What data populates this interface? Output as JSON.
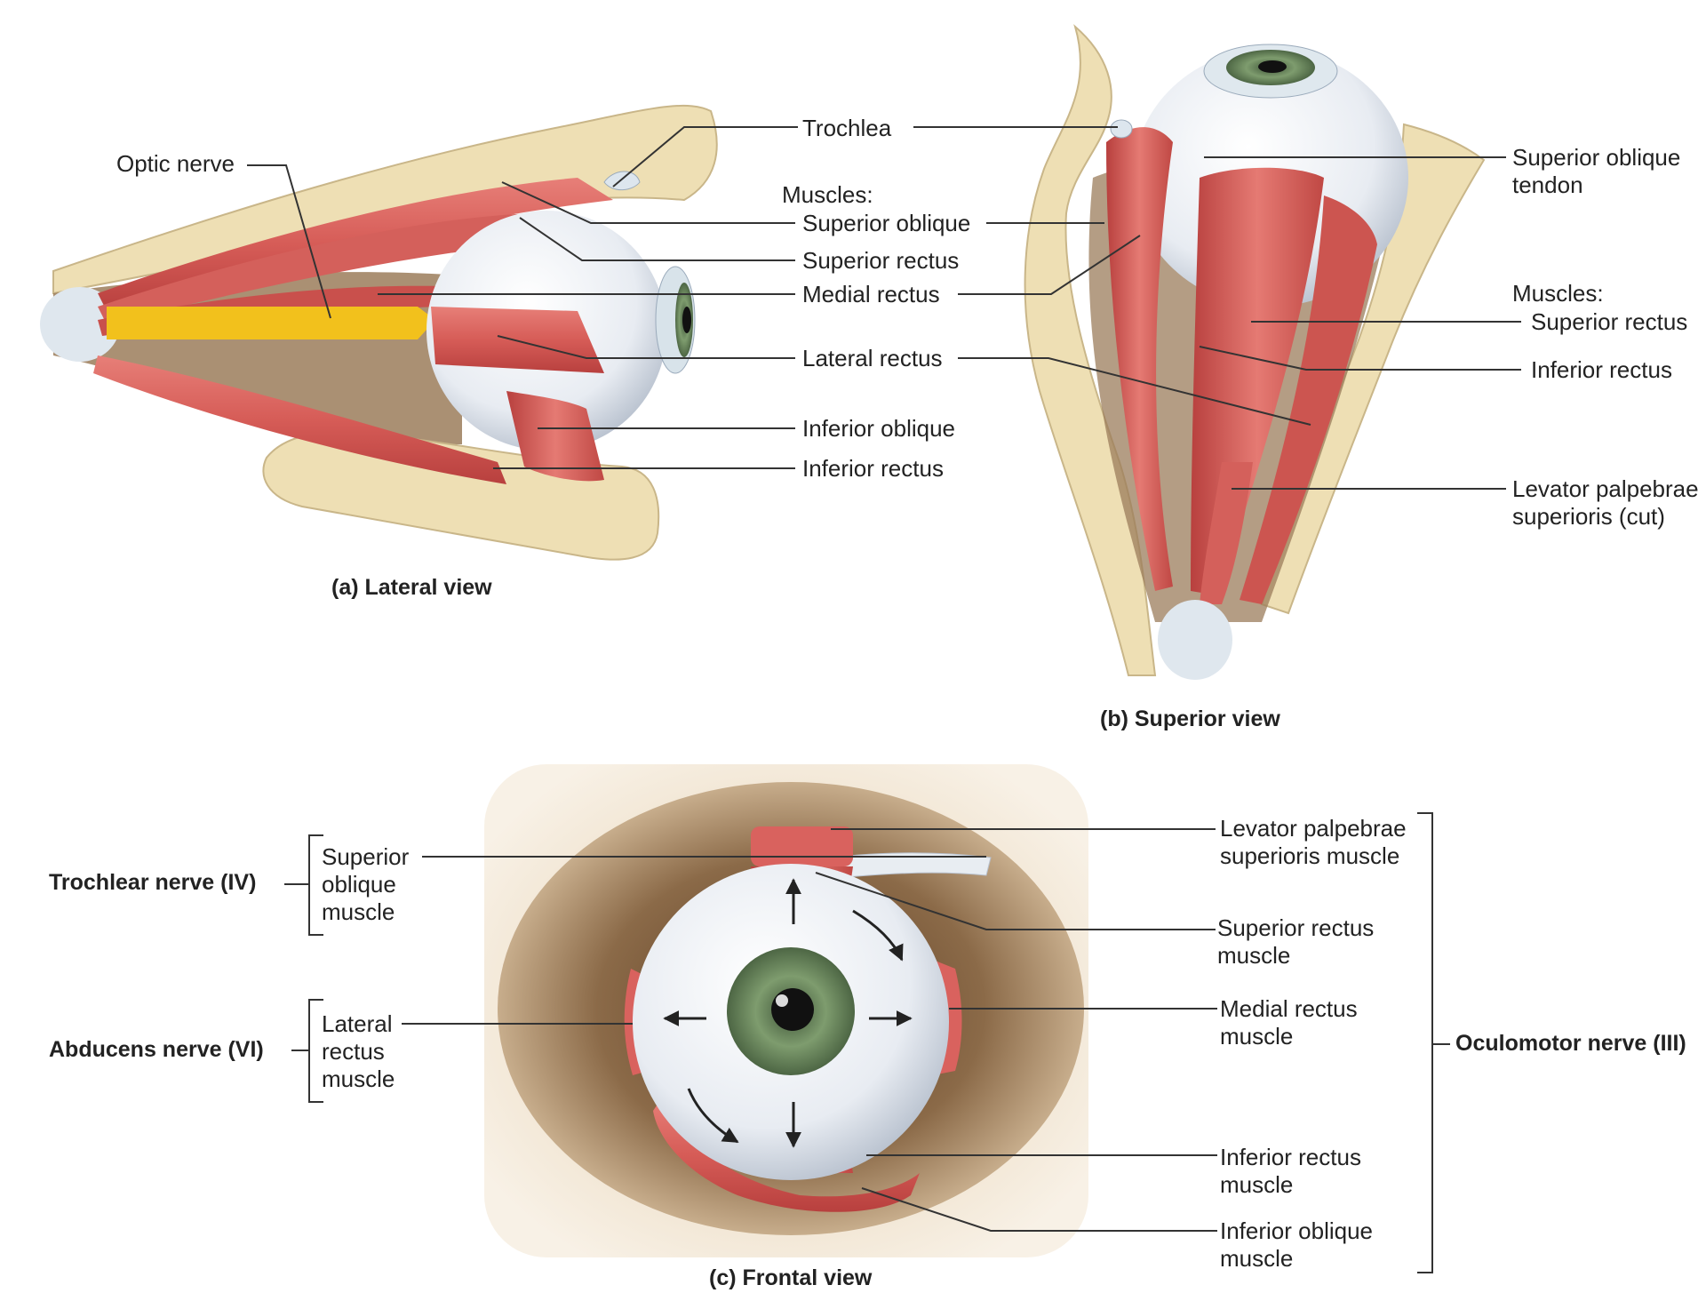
{
  "panels": {
    "lateral": {
      "caption": "(a) Lateral view",
      "labels": {
        "optic_nerve": "Optic nerve",
        "trochlea": "Trochlea",
        "muscles_heading": "Muscles:",
        "superior_oblique": "Superior oblique",
        "superior_rectus": "Superior rectus",
        "medial_rectus": "Medial rectus",
        "lateral_rectus": "Lateral rectus",
        "inferior_oblique": "Inferior oblique",
        "inferior_rectus": "Inferior rectus"
      }
    },
    "superior": {
      "caption": "(b) Superior view",
      "labels": {
        "superior_oblique_tendon": "Superior oblique\ntendon",
        "muscles_heading": "Muscles:",
        "superior_rectus": "Superior rectus",
        "inferior_rectus": "Inferior rectus",
        "levator": "Levator palpebrae\nsuperioris (cut)"
      }
    },
    "frontal": {
      "caption": "(c) Frontal view",
      "labels": {
        "superior_oblique_muscle": "Superior\noblique\nmuscle",
        "lateral_rectus_muscle": "Lateral\nrectus\nmuscle",
        "levator_muscle": "Levator palpebrae\nsuperioris muscle",
        "superior_rectus_muscle": "Superior rectus\nmuscle",
        "medial_rectus_muscle": "Medial rectus\nmuscle",
        "inferior_rectus_muscle": "Inferior rectus\nmuscle",
        "inferior_oblique_muscle": "Inferior oblique\nmuscle"
      },
      "nerves": {
        "trochlear": "Trochlear nerve (IV)",
        "abducens": "Abducens nerve (VI)",
        "oculomotor": "Oculomotor nerve (III)"
      }
    }
  },
  "colors": {
    "muscle": "#d9625e",
    "muscle_dark": "#b8403e",
    "bone": "#eedfb4",
    "orbit_shadow": "#8a6a4a",
    "eyeball": "#eef1f5",
    "iris": "#6f8f62",
    "optic_nerve": "#f2c11c",
    "leader_line": "#333333"
  }
}
